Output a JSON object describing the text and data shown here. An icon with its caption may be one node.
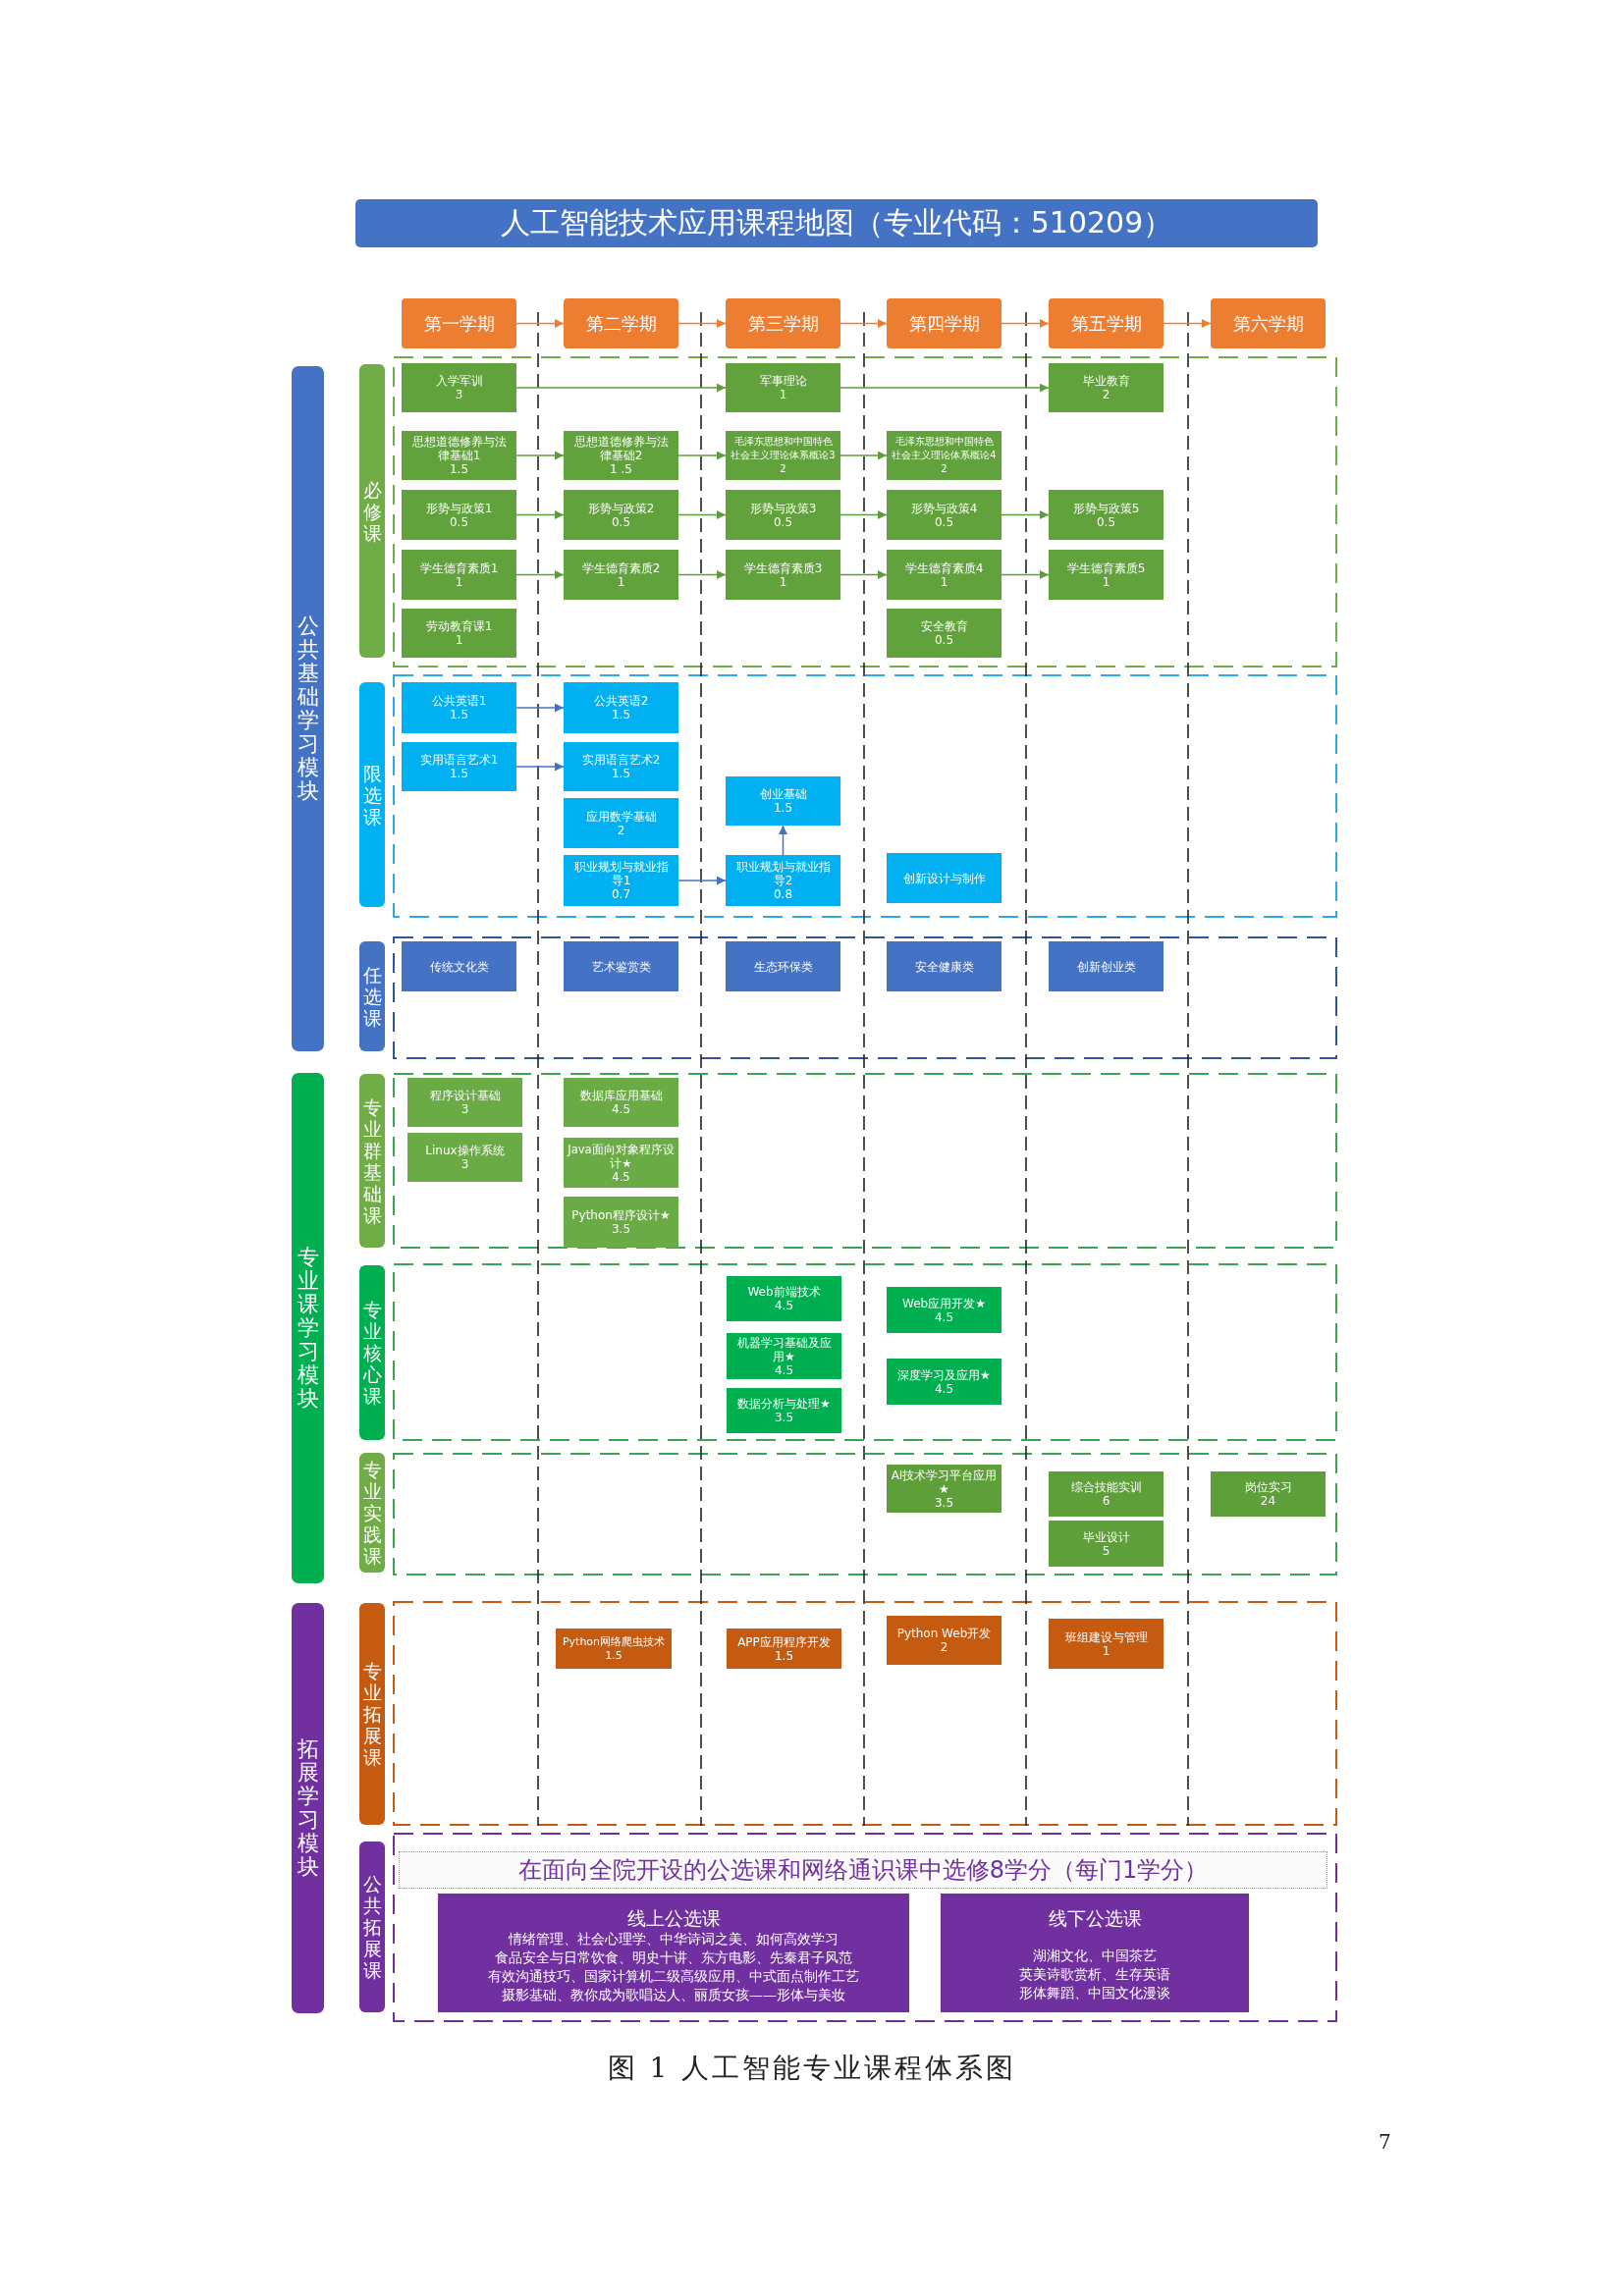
{
  "diagram": {
    "title": "人工智能技术应用课程地图（专业代码：510209）",
    "caption": "图 1 人工智能专业课程体系图",
    "nodes": [
      {
        "text": [
          "第一学期"
        ]
      },
      {
        "text": [
          "第二学期"
        ]
      },
      {
        "text": [
          "第三学期"
        ]
      },
      {
        "text": [
          "第四学期"
        ]
      },
      {
        "text": [
          "第五学期"
        ]
      },
      {
        "text": [
          "第六学期"
        ]
      },
      {
        "text": [
          "公共基础学习模块"
        ]
      },
      {
        "text": [
          "必修课"
        ]
      },
      {
        "text": [
          "入学军训",
          "3"
        ]
      },
      {
        "text": [
          "军事理论",
          "1"
        ]
      },
      {
        "text": [
          "毕业教育",
          "2"
        ]
      },
      {
        "text": [
          "思想道德修养与法律基础1",
          "1.5"
        ]
      },
      {
        "text": [
          "思想道德修养与法律基础2",
          "1 .5"
        ]
      },
      {
        "text": [
          "毛泽东思想和中国特色社会主义理论体系概论3",
          "2"
        ]
      },
      {
        "text": [
          "毛泽东思想和中国特色社会主义理论体系概论4",
          "2"
        ]
      },
      {
        "text": [
          "形势与政策1",
          "0.5"
        ]
      },
      {
        "text": [
          "形势与政策2",
          "0.5"
        ]
      },
      {
        "text": [
          "形势与政策3",
          "0.5"
        ]
      },
      {
        "text": [
          "形势与政策4",
          "0.5"
        ]
      },
      {
        "text": [
          "形势与政策5",
          "0.5"
        ]
      },
      {
        "text": [
          "学生德育素质1",
          "1"
        ]
      },
      {
        "text": [
          "学生德育素质2",
          "1"
        ]
      },
      {
        "text": [
          "学生德育素质3",
          "1"
        ]
      },
      {
        "text": [
          "学生德育素质4",
          "1"
        ]
      },
      {
        "text": [
          "学生德育素质5",
          "1"
        ]
      },
      {
        "text": [
          "劳动教育课1",
          "1"
        ]
      },
      {
        "text": [
          "安全教育",
          "0.5"
        ]
      },
      {
        "text": [
          "限选课"
        ]
      },
      {
        "text": [
          "公共英语1",
          "1.5"
        ]
      },
      {
        "text": [
          "公共英语2",
          "1.5"
        ]
      },
      {
        "text": [
          "实用语言艺术1",
          "1.5"
        ]
      },
      {
        "text": [
          "实用语言艺术2",
          "1.5"
        ]
      },
      {
        "text": [
          "创业基础",
          "1.5"
        ]
      },
      {
        "text": [
          "应用数学基础",
          "2"
        ]
      },
      {
        "text": [
          "职业规划与就业指导1",
          "0.7"
        ]
      },
      {
        "text": [
          "职业规划与就业指导2",
          "0.8"
        ]
      },
      {
        "text": [
          "创新设计与制作"
        ]
      },
      {
        "text": [
          "任选课"
        ]
      },
      {
        "text": [
          "传统文化类"
        ]
      },
      {
        "text": [
          "艺术鉴赏类"
        ]
      },
      {
        "text": [
          "生态环保类"
        ]
      },
      {
        "text": [
          "安全健康类"
        ]
      },
      {
        "text": [
          "创新创业类"
        ]
      },
      {
        "text": [
          "专业课学习模块"
        ]
      },
      {
        "text": [
          "专业群基础课"
        ]
      },
      {
        "text": [
          "程序设计基础",
          "3"
        ]
      },
      {
        "text": [
          "数据库应用基础",
          "4.5"
        ]
      },
      {
        "text": [
          "Linux操作系统",
          "3"
        ]
      },
      {
        "text": [
          "Java面向对象程序设计★",
          "4.5"
        ]
      },
      {
        "text": [
          "Python程序设计★",
          "3.5"
        ]
      },
      {
        "text": [
          "专业核心课"
        ]
      },
      {
        "text": [
          "Web前端技术",
          "4.5"
        ]
      },
      {
        "text": [
          "Web应用开发★",
          "4.5"
        ]
      },
      {
        "text": [
          "机器学习基础及应用★",
          "4.5"
        ]
      },
      {
        "text": [
          "深度学习及应用★",
          "4.5"
        ]
      },
      {
        "text": [
          "数据分析与处理★",
          "3.5"
        ]
      },
      {
        "text": [
          "专业实践课"
        ]
      },
      {
        "text": [
          "AI技术学习平台应用★",
          "3.5"
        ]
      },
      {
        "text": [
          "综合技能实训",
          "6"
        ]
      },
      {
        "text": [
          "岗位实习",
          "24"
        ]
      },
      {
        "text": [
          "毕业设计",
          "5"
        ]
      },
      {
        "text": [
          "拓展学习模块"
        ]
      },
      {
        "text": [
          "专业拓展课"
        ]
      },
      {
        "text": [
          "Python网络爬虫技术",
          "1.5"
        ]
      },
      {
        "text": [
          "APP应用程序开发",
          "1.5"
        ]
      },
      {
        "text": [
          "Python Web开发",
          "2"
        ]
      },
      {
        "text": [
          "班组建设与管理",
          "1"
        ]
      },
      {
        "text": [
          "公共拓展课"
        ]
      },
      {
        "text": [
          "在面向全院开设的公选课和网络通识课中选修8学分（每门1学分）"
        ]
      },
      {
        "text": [
          "线上公选课",
          "情绪管理、社会心理学、中华诗词之美、如何高效学习",
          "食品安全与日常饮食、明史十讲、东方电影、先秦君子风范",
          "有效沟通技巧、国家计算机二级高级应用、中式面点制作工艺",
          "摄影基础、教你成为歌唱达人、丽质女孩——形体与美妆"
        ]
      },
      {
        "text": [
          "线下公选课",
          "湖湘文化、中国茶艺",
          "英美诗歌赏析、生存英语",
          "形体舞蹈、中国文化漫谈"
        ]
      }
    ],
    "edges": [
      {
        "from": 0,
        "to": 1,
        "arrow": "to",
        "color": "#ed7d31"
      },
      {
        "from": 1,
        "to": 2,
        "arrow": "to",
        "color": "#ed7d31"
      },
      {
        "from": 2,
        "to": 3,
        "arrow": "to",
        "color": "#ed7d31"
      },
      {
        "from": 3,
        "to": 4,
        "arrow": "to",
        "color": "#ed7d31"
      },
      {
        "from": 4,
        "to": 5,
        "arrow": "to",
        "color": "#ed7d31"
      },
      {
        "from": 8,
        "to": 9,
        "arrow": "to"
      },
      {
        "from": 9,
        "to": 10,
        "arrow": "to"
      },
      {
        "from": 11,
        "to": 12,
        "arrow": "to"
      },
      {
        "from": 12,
        "to": 13,
        "arrow": "to"
      },
      {
        "from": 13,
        "to": 14,
        "arrow": "to"
      },
      {
        "from": 15,
        "to": 16,
        "arrow": "to"
      },
      {
        "from": 16,
        "to": 17,
        "arrow": "to"
      },
      {
        "from": 17,
        "to": 18,
        "arrow": "to"
      },
      {
        "from": 18,
        "to": 19,
        "arrow": "to"
      },
      {
        "from": 20,
        "to": 21,
        "arrow": "to"
      },
      {
        "from": 21,
        "to": 22,
        "arrow": "to"
      },
      {
        "from": 22,
        "to": 23,
        "arrow": "to"
      },
      {
        "from": 23,
        "to": 24,
        "arrow": "to"
      },
      {
        "from": 28,
        "to": 29,
        "arrow": "to",
        "color": "#4472c4"
      },
      {
        "from": 30,
        "to": 31,
        "arrow": "to",
        "color": "#4472c4"
      },
      {
        "from": 34,
        "to": 35,
        "arrow": "to",
        "color": "#4472c4"
      },
      {
        "from": 35,
        "to": 32,
        "arrow": "to",
        "color": "#4472c4"
      }
    ],
    "labels": [
      "7"
    ]
  }
}
